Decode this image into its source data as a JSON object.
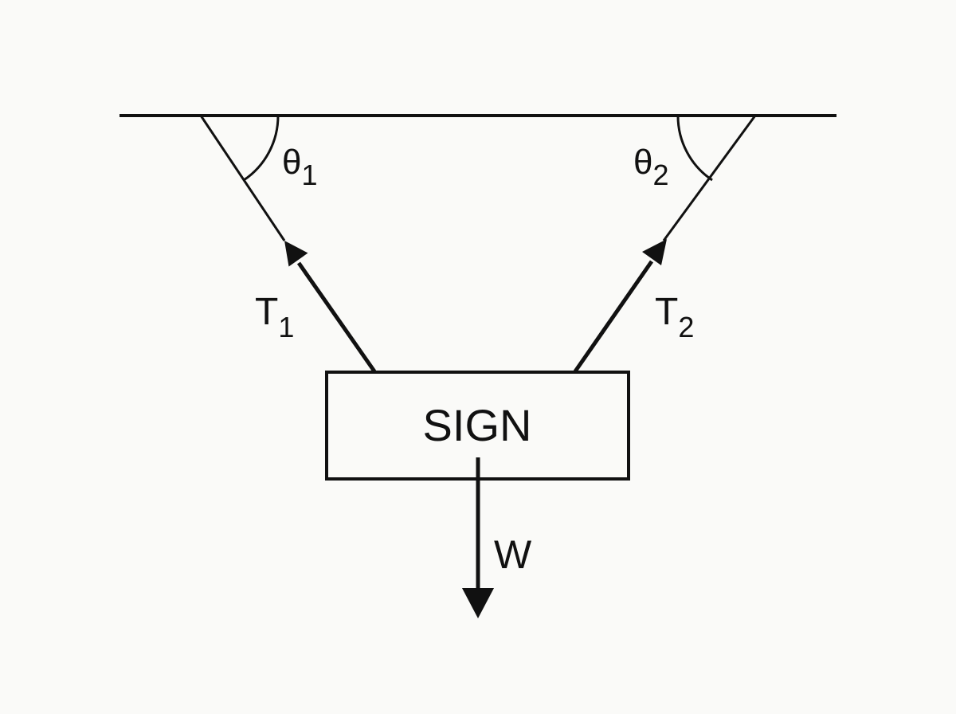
{
  "labels": {
    "sign": "SIGN",
    "theta1_main": "θ",
    "theta1_sub": "1",
    "theta2_main": "θ",
    "theta2_sub": "2",
    "t1_main": "T",
    "t1_sub": "1",
    "t2_main": "T",
    "t2_sub": "2",
    "weight": "W"
  },
  "colors": {
    "ink": "#111111",
    "background": "#fafaf8"
  }
}
